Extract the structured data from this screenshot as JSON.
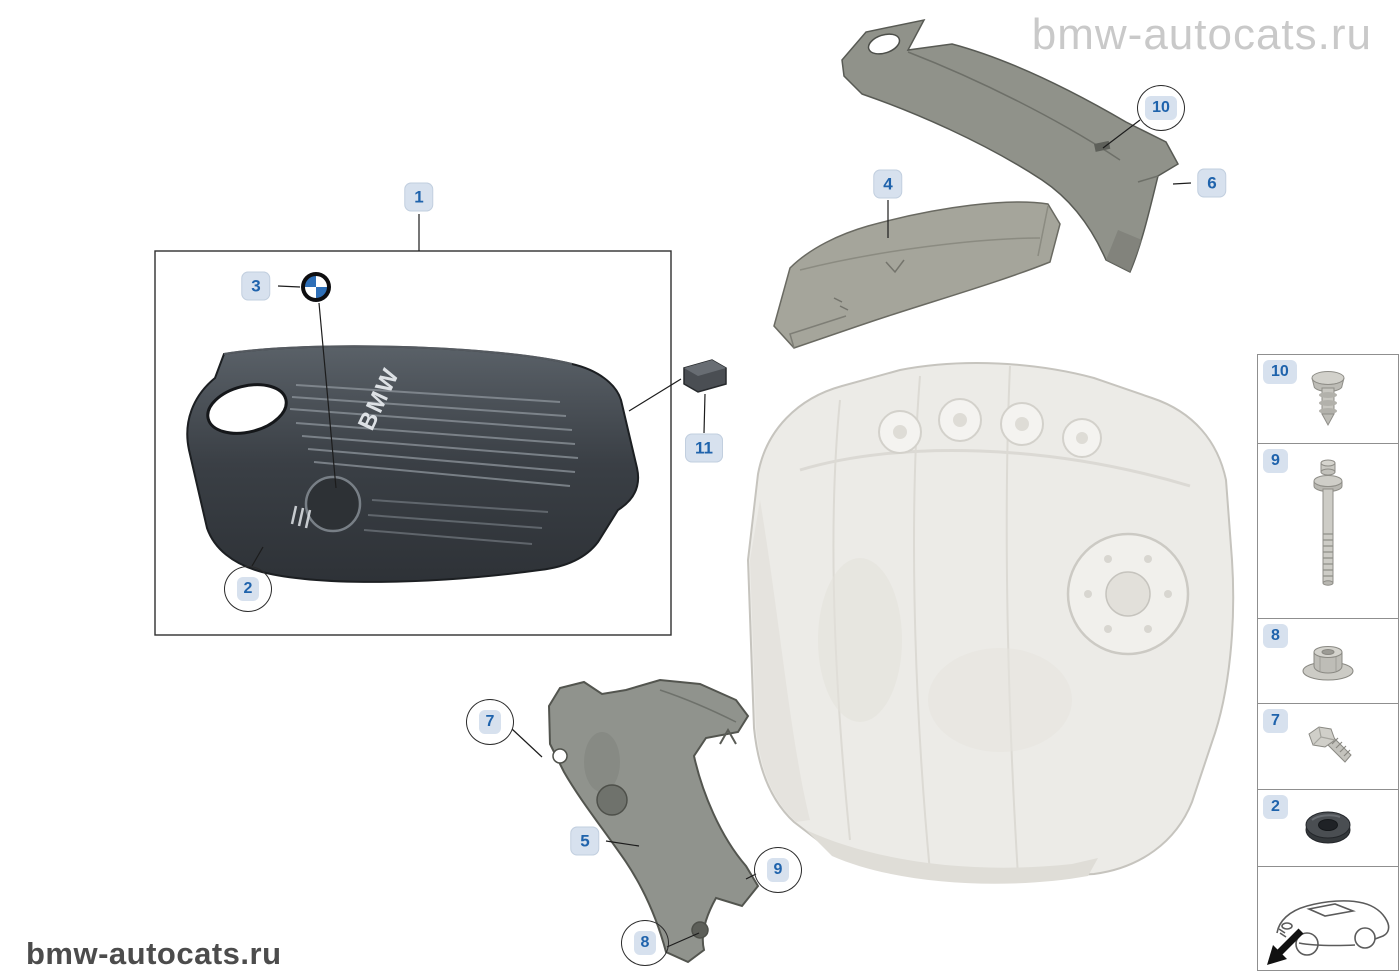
{
  "watermarks": {
    "top": "bmw-autocats.ru",
    "bottom": "bmw-autocats.ru"
  },
  "callouts": {
    "c1": {
      "label": "1",
      "circled": false
    },
    "c2": {
      "label": "2",
      "circled": true
    },
    "c3": {
      "label": "3",
      "circled": false
    },
    "c4": {
      "label": "4",
      "circled": false
    },
    "c5": {
      "label": "5",
      "circled": false
    },
    "c6": {
      "label": "6",
      "circled": false
    },
    "c7": {
      "label": "7",
      "circled": true
    },
    "c8": {
      "label": "8",
      "circled": true
    },
    "c9": {
      "label": "9",
      "circled": true
    },
    "c10": {
      "label": "10",
      "circled": true
    },
    "c11": {
      "label": "11",
      "circled": false
    }
  },
  "legend": {
    "items": [
      {
        "id": "10",
        "icon": "expanding-rivet-icon"
      },
      {
        "id": "9",
        "icon": "stud-bolt-icon"
      },
      {
        "id": "8",
        "icon": "flange-nut-icon"
      },
      {
        "id": "7",
        "icon": "hex-screw-icon"
      },
      {
        "id": "2",
        "icon": "rubber-grommet-icon"
      }
    ],
    "footer_icon": "car-direction-icon"
  },
  "colors": {
    "callout_bg": "#d7e1ee",
    "callout_text": "#1f63ac",
    "circle_stroke": "#2b2b2b"
  }
}
